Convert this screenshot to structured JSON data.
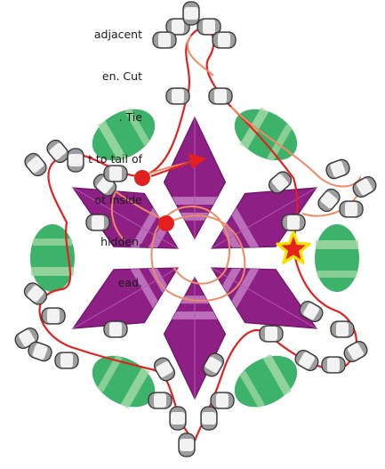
{
  "instructions": {
    "lines": [
      "adjacent",
      "en. Cut",
      ". Tie",
      "t to tail of",
      "ot inside",
      "hidden.",
      "ead."
    ]
  },
  "colors": {
    "purple_dark": "#8e1f84",
    "purple_light": "#c37ec4",
    "green": "#3db26a",
    "green_light": "#a8dba9",
    "bead_gray": "#9d9d9d",
    "bead_white": "#f2f2f2",
    "thread_red": "#e32020",
    "thread_orange": "#f08a64",
    "star_fill": "#e8201e",
    "star_outline": "#f2e400"
  },
  "markers": [
    {
      "kind": "start-dot"
    },
    {
      "kind": "inner-dot"
    },
    {
      "kind": "direction-arrow"
    },
    {
      "kind": "finish-star"
    }
  ]
}
